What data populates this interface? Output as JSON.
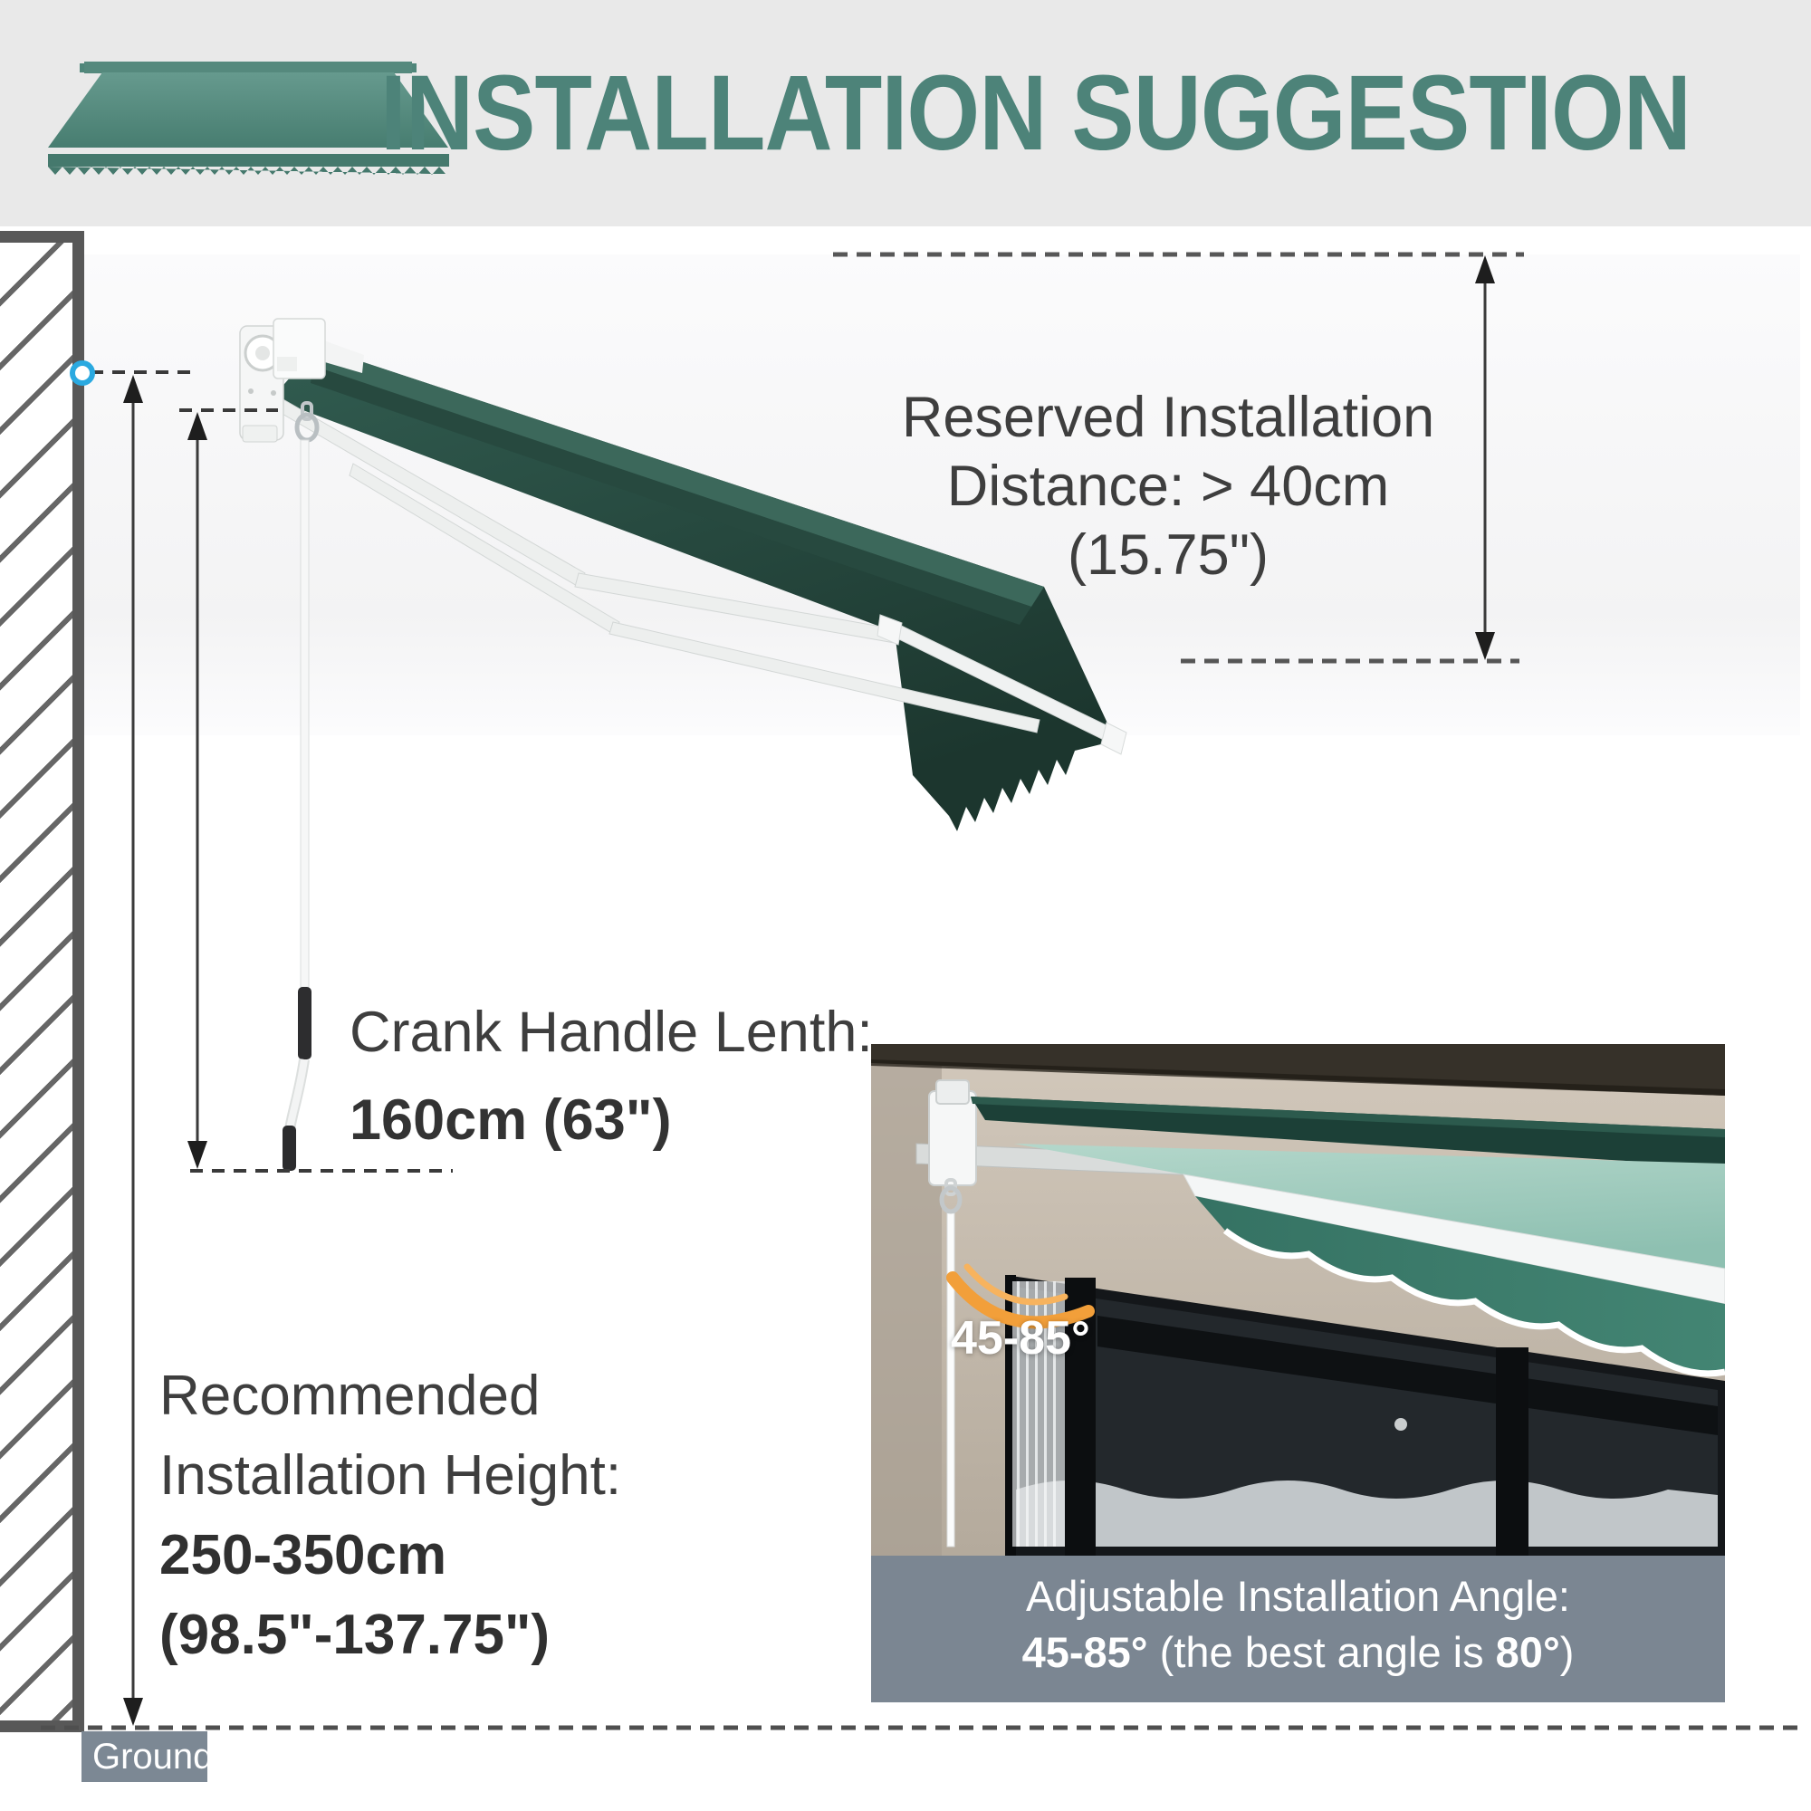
{
  "header": {
    "title": "INSTALLATION SUGGESTION",
    "icon": "awning-icon",
    "accent_color": "#4d8379",
    "background_color": "#e9e9e9"
  },
  "annotations": {
    "reserved": {
      "line1": "Reserved Installation",
      "line2": "Distance: > 40cm (15.75\")"
    },
    "crank": {
      "line1": "Crank Handle Lenth:",
      "line2": "160cm (63\")"
    },
    "height": {
      "line1": "Recommended",
      "line2": "Installation Height:",
      "line3": "250-350cm",
      "line4": "(98.5\"-137.75\")"
    },
    "ground_label": "Ground"
  },
  "inset": {
    "angle_label": "45-85°",
    "caption_line1": "Adjustable Installation Angle:",
    "caption_line2_bold1": "45-85°",
    "caption_line2_mid": " (the best angle is ",
    "caption_line2_bold2": "80°",
    "caption_line2_end": ")",
    "caption_background": "#7b8692"
  },
  "colors": {
    "awning_fabric_dark_green": "#24453b",
    "inset_fabric_seafoam": "#a7d0c3",
    "inset_valance_green": "#3e7e6e",
    "marker_cyan": "#2aa9e0",
    "angle_arc_orange": "#f29f3a",
    "dimension_line": "#3a3a3a",
    "ground_box_gray": "#7c8894"
  }
}
